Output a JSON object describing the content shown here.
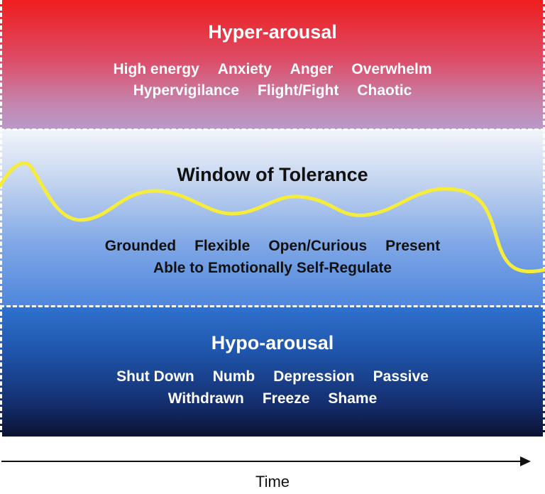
{
  "hyper_arousal": {
    "title": "Hyper-arousal",
    "row1": [
      "High energy",
      "Anxiety",
      "Anger",
      "Overwhelm"
    ],
    "row2": [
      "Hypervigilance",
      "Flight/Fight",
      "Chaotic"
    ]
  },
  "window_of_tolerance": {
    "title": "Window of Tolerance",
    "row1": [
      "Grounded",
      "Flexible",
      "Open/Curious",
      "Present"
    ],
    "row2": [
      "Able to Emotionally Self-Regulate"
    ]
  },
  "hypo_arousal": {
    "title": "Hypo-arousal",
    "row1": [
      "Shut Down",
      "Numb",
      "Depression",
      "Passive"
    ],
    "row2": [
      "Withdrawn",
      "Freeze",
      "Shame"
    ]
  },
  "axis": {
    "label": "Time"
  },
  "colors": {
    "hyper_top": "#ee1e1e",
    "window_top": "#f2f5fb",
    "hypo_bottom": "#0a1230",
    "curve": "#f5ec3c",
    "divider": "#ffffff"
  }
}
